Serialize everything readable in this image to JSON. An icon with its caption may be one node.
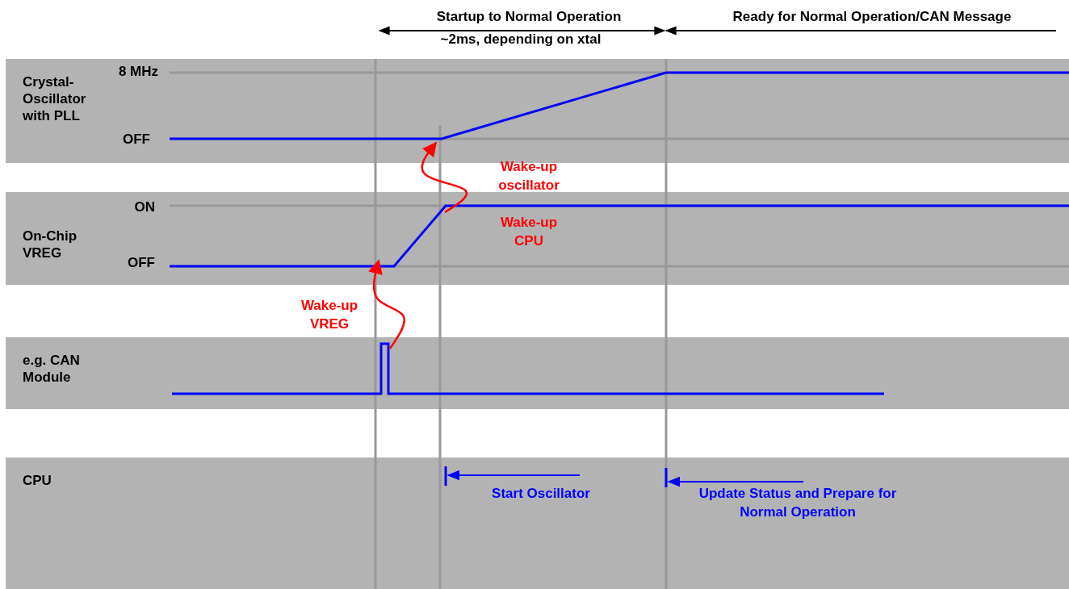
{
  "diagram": {
    "nodes": [
      {
        "text": [
          "Crystal-Oscillator with PLL"
        ]
      },
      {
        "text": [
          "On-Chip VREG"
        ]
      },
      {
        "text": [
          "e.g. CAN Module"
        ]
      },
      {
        "text": [
          "CPU"
        ]
      }
    ],
    "edges": [
      {
        "from": 2,
        "to": 1,
        "arrow": "to",
        "label": "Wake-up VREG"
      },
      {
        "from": 1,
        "to": 0,
        "arrow": "to",
        "label": "Wake-up oscillator"
      }
    ],
    "labels": [
      "Startup to Normal Operation",
      "~2ms, depending on xtal",
      "Ready for Normal Operation/CAN Message",
      "8 MHz",
      "OFF",
      "ON",
      "OFF",
      "Wake-up CPU",
      "Start Oscillator",
      "Update Status and Prepare for Normal Operation"
    ]
  }
}
